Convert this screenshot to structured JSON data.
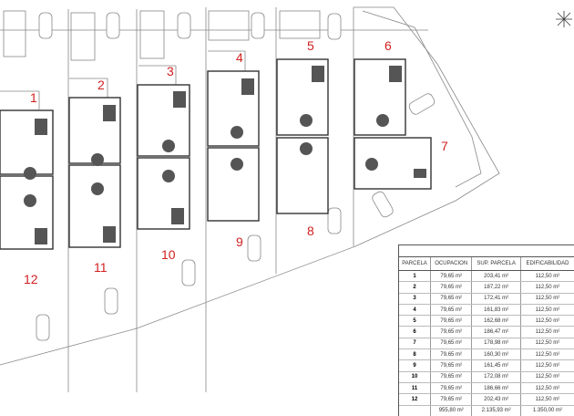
{
  "lots": [
    "1",
    "2",
    "3",
    "4",
    "5",
    "6",
    "7",
    "8",
    "9",
    "10",
    "11",
    "12"
  ],
  "compass_icon": "north-arrow-icon",
  "accent_color": "#d21f1f",
  "table": {
    "headers": [
      "PARCELA",
      "OCUPACION",
      "SUP. PARCELA",
      "EDIFICABILIDAD"
    ],
    "rows": [
      [
        "1",
        "79,65 m²",
        "203,41 m²",
        "112,50 m²"
      ],
      [
        "2",
        "79,65 m²",
        "187,22 m²",
        "112,50 m²"
      ],
      [
        "3",
        "79,65 m²",
        "172,41 m²",
        "112,50 m²"
      ],
      [
        "4",
        "79,65 m²",
        "161,83 m²",
        "112,50 m²"
      ],
      [
        "5",
        "79,65 m²",
        "162,68 m²",
        "112,50 m²"
      ],
      [
        "6",
        "79,65 m²",
        "186,47 m²",
        "112,50 m²"
      ],
      [
        "7",
        "79,65 m²",
        "178,98 m²",
        "112,50 m²"
      ],
      [
        "8",
        "79,65 m²",
        "160,30 m²",
        "112,50 m²"
      ],
      [
        "9",
        "79,65 m²",
        "161,45 m²",
        "112,50 m²"
      ],
      [
        "10",
        "79,65 m²",
        "172,08 m²",
        "112,50 m²"
      ],
      [
        "11",
        "79,65 m²",
        "186,66 m²",
        "112,50 m²"
      ],
      [
        "12",
        "79,65 m²",
        "202,43 m²",
        "112,50 m²"
      ]
    ],
    "totals": [
      "",
      "955,80 m²",
      "2.135,93 m²",
      "1.350,00 m²"
    ]
  }
}
